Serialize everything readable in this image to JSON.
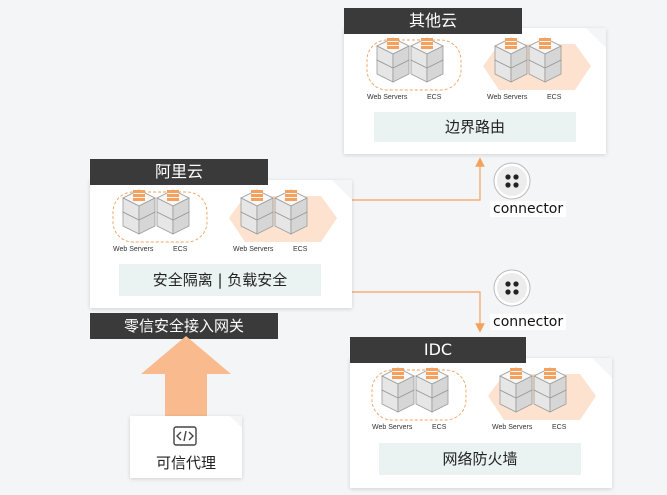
{
  "other_cloud": {
    "title": "其他云",
    "band": "边界路由",
    "web_label": "Web Servers",
    "ecs_label": "ECS"
  },
  "aliyun": {
    "title": "阿里云",
    "band": "安全隔离 | 负载安全",
    "gateway": "零信安全接入网关",
    "web_label": "Web Servers",
    "ecs_label": "ECS"
  },
  "idc": {
    "title": "IDC",
    "band": "网络防火墙",
    "web_label": "Web Servers",
    "ecs_label": "ECS"
  },
  "connector_top": {
    "label": "connector"
  },
  "connector_bottom": {
    "label": "connector"
  },
  "trusted_proxy": {
    "label": "可信代理"
  },
  "colors": {
    "dark": "#3a3a3a",
    "band": "#eaf2f2",
    "accent": "#f5a15e",
    "arrow": "#f9bb8e"
  }
}
